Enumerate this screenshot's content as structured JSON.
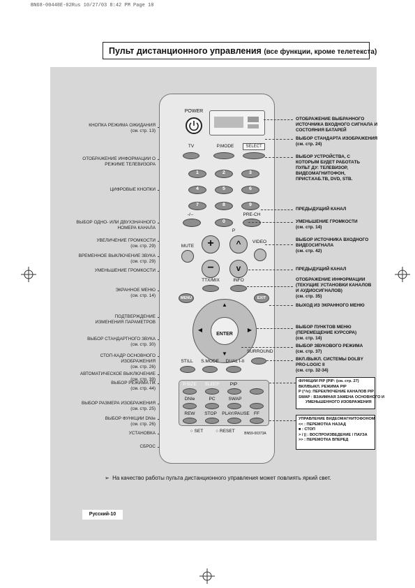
{
  "print_line": "BN68-00448E-02Rus   10/27/03  8:42 PM   Page 10",
  "title": {
    "main": "Пульт дистанционного управления",
    "sub": "(все функции, кроме телетекста)"
  },
  "left_labels": [
    {
      "text": "КНОПКА РЕЖИМА ОЖИДАНИЯ",
      "ref": "(см. стр. 13)"
    },
    {
      "text": "ОТОБРАЖЕНИЕ ИНФОРМАЦИИ О",
      "text2": "РЕЖИМЕ ТЕЛЕВИЗОРА",
      "ref": ""
    },
    {
      "text": "ЦИФРОВЫЕ КНОПКИ",
      "ref": ""
    },
    {
      "text": "ВЫБОР ОДНО- ИЛИ ДВУХЗНАЧНОГО",
      "text2": "НОМЕРА КАНАЛА",
      "ref": ""
    },
    {
      "text": "УВЕЛИЧЕНИЕ ГРОМКОСТИ",
      "ref": "(см. стр. 29)"
    },
    {
      "text": "ВРЕМЕННОЕ ВЫКЛЮЧЕНИЕ ЗВУКА",
      "ref": "(см. стр. 29)"
    },
    {
      "text": "УМЕНЬШЕНИЕ ГРОМКОСТИ",
      "ref": ""
    },
    {
      "text": "ЭКРАННОЕ МЕНЮ",
      "ref": "(см. стр. 14)"
    },
    {
      "text": "ПОДТВЕРЖДЕНИЕ",
      "text2": "ИЗМЕНЕНИЯ ПАРАМЕТРОВ",
      "ref": ""
    },
    {
      "text": "ВЫБОР СТАНДАРТНОГО ЗВУКА",
      "ref": "(см. стр. 30)"
    },
    {
      "text": "СТОП-КАДР ОСНОВНОГО",
      "text2": "ИЗОБРАЖЕНИЯ",
      "ref": "(см. стр. 26)"
    },
    {
      "text": "АВТОМАТИЧЕСКОЕ ВЫКЛЮЧЕНИЕ",
      "ref": "(см. стр. 39)"
    },
    {
      "text": "ВЫБОР РЕЖИМА ПК",
      "ref": "(см. стр. 44)"
    },
    {
      "text": "ВЫБОР РАЗМЕРА ИЗОБРАЖЕНИЯ",
      "ref": "(см. стр. 25)"
    },
    {
      "text": "ВЫБОР ФУНКЦИИ DNIe",
      "ref": "(см. стр. 26)"
    },
    {
      "text": "УСТАНОВКА",
      "ref": ""
    },
    {
      "text": "СБРОС",
      "ref": ""
    }
  ],
  "right_labels": [
    {
      "text": "ОТОБРАЖЕНИЕ ВЫБРАННОГО",
      "text2": "ИСТОЧНИКА ВХОДНОГО СИГНАЛА И",
      "text3": "СОСТОЯНИЯ БАТАРЕЙ"
    },
    {
      "text": "ВЫБОР СТАНДАРТА ИЗОБРАЖЕНИЯ",
      "text2": "(см. стр. 24)"
    },
    {
      "text": "ВЫБОР УСТРОЙСТВА, С",
      "text2": "КОТОРЫМ БУДЕТ РАБОТАТЬ",
      "text3": "ПУЛЬТ ДУ: ТЕЛЕВИЗОР,",
      "text4": "ВИДЕОМАГНИТОФОН,",
      "text5": "ПРИСТ.КАБ.ТВ, DVD, STB."
    },
    {
      "text": "ПРЕДЫДУЩИЙ КАНАЛ"
    },
    {
      "text": "УМЕНЬШЕНИЕ ГРОМКОСТИ",
      "text2": "(см. стр. 14)"
    },
    {
      "text": "ВЫБОР ИСТОЧНИКА ВХОДНОГО",
      "text2": "ВИДЕОСИГНАЛА",
      "text3": "(см. стр. 42)"
    },
    {
      "text": "ПРЕДЫДУЩИЙ КАНАЛ"
    },
    {
      "text": "ОТОБРАЖЕНИЕ ИНФОРМАЦИИ",
      "text2": "(ТЕКУЩИЕ УСТАНОВКИ КАНАЛОВ",
      "text3": "И АУДИОСИГНАЛОВ)",
      "text4": "(см. стр. 35)"
    },
    {
      "text": "ВЫХОД ИЗ ЭКРАННОГО МЕНЮ"
    },
    {
      "text": "ВЫБОР ПУНКТОВ МЕНЮ",
      "text2": "(ПЕРЕМЕЩЕНИЕ КУРСОРА)",
      "text3": "(см. стр. 14)"
    },
    {
      "text": "ВЫБОР ЗВУКОВОГО РЕЖИМА",
      "text2": "(см. стр. 37)"
    },
    {
      "text": "ВКЛ./ВЫКЛ. СИСТЕМЫ DOLBY",
      "text2": "PRO-LOGIC II",
      "text3": "(см. стр. 32-34)"
    }
  ],
  "pip_box": [
    "ФУНКЦИИ PIP (PIP: (см. стр. 27)",
    "ВКЛ/ВЫКЛ. РЕЖИМА PIP",
    "P (^/v): ПЕРЕКЛЮЧЕНИЕ КАНАЛОВ PIP",
    "SWAP : ВЗАИМНАЯ ЗАМЕНА ОСНОВНОГО И",
    "УМЕНЬШЕННОГО ИЗОБРАЖЕНИЯ"
  ],
  "vcr_box": [
    "УПРАВЛЕНИЕ ВИДЕОМАГНИТОФОНОМ",
    "<< : ПЕРЕМОТКА НАЗАД",
    "■ : СТОП",
    "> / || : ВОСПРОИЗВЕДЕНИЕ / ПАУЗА",
    ">> : ПЕРЕМОТКА ВПЕРЕД"
  ],
  "remote": {
    "power": "POWER",
    "tv": "TV",
    "pmode": "P.MODE",
    "select": "SELECT",
    "digits": [
      "1",
      "2",
      "3",
      "4",
      "5",
      "6",
      "7",
      "8",
      "9",
      "0"
    ],
    "dash": "-/--",
    "prech": "PRE-CH",
    "p": "P",
    "mute": "MUTE",
    "video": "VIDEO",
    "ttx": "TTX/MIX",
    "info": "INFO",
    "menu": "MENU",
    "exit": "EXIT",
    "enter": "ENTER",
    "still": "STILL",
    "smode": "S.MODE",
    "dual": "DUAL I-II",
    "surround": "SURROUND",
    "psize": "P.SIZE",
    "sleep": "SLEEP",
    "pip": "PIP",
    "dnie": "DNIe",
    "pc": "PC",
    "swap": "SWAP",
    "rew": "REW",
    "stop": "STOP",
    "playpause": "PLAY/PAUSE",
    "ff": "FF",
    "set": "SET",
    "reset": "RESET",
    "model": "BN59-00373A"
  },
  "note": "На качество работы пульта дистанционного управления может повлиять яркий свет.",
  "page_label": "Русский-10"
}
